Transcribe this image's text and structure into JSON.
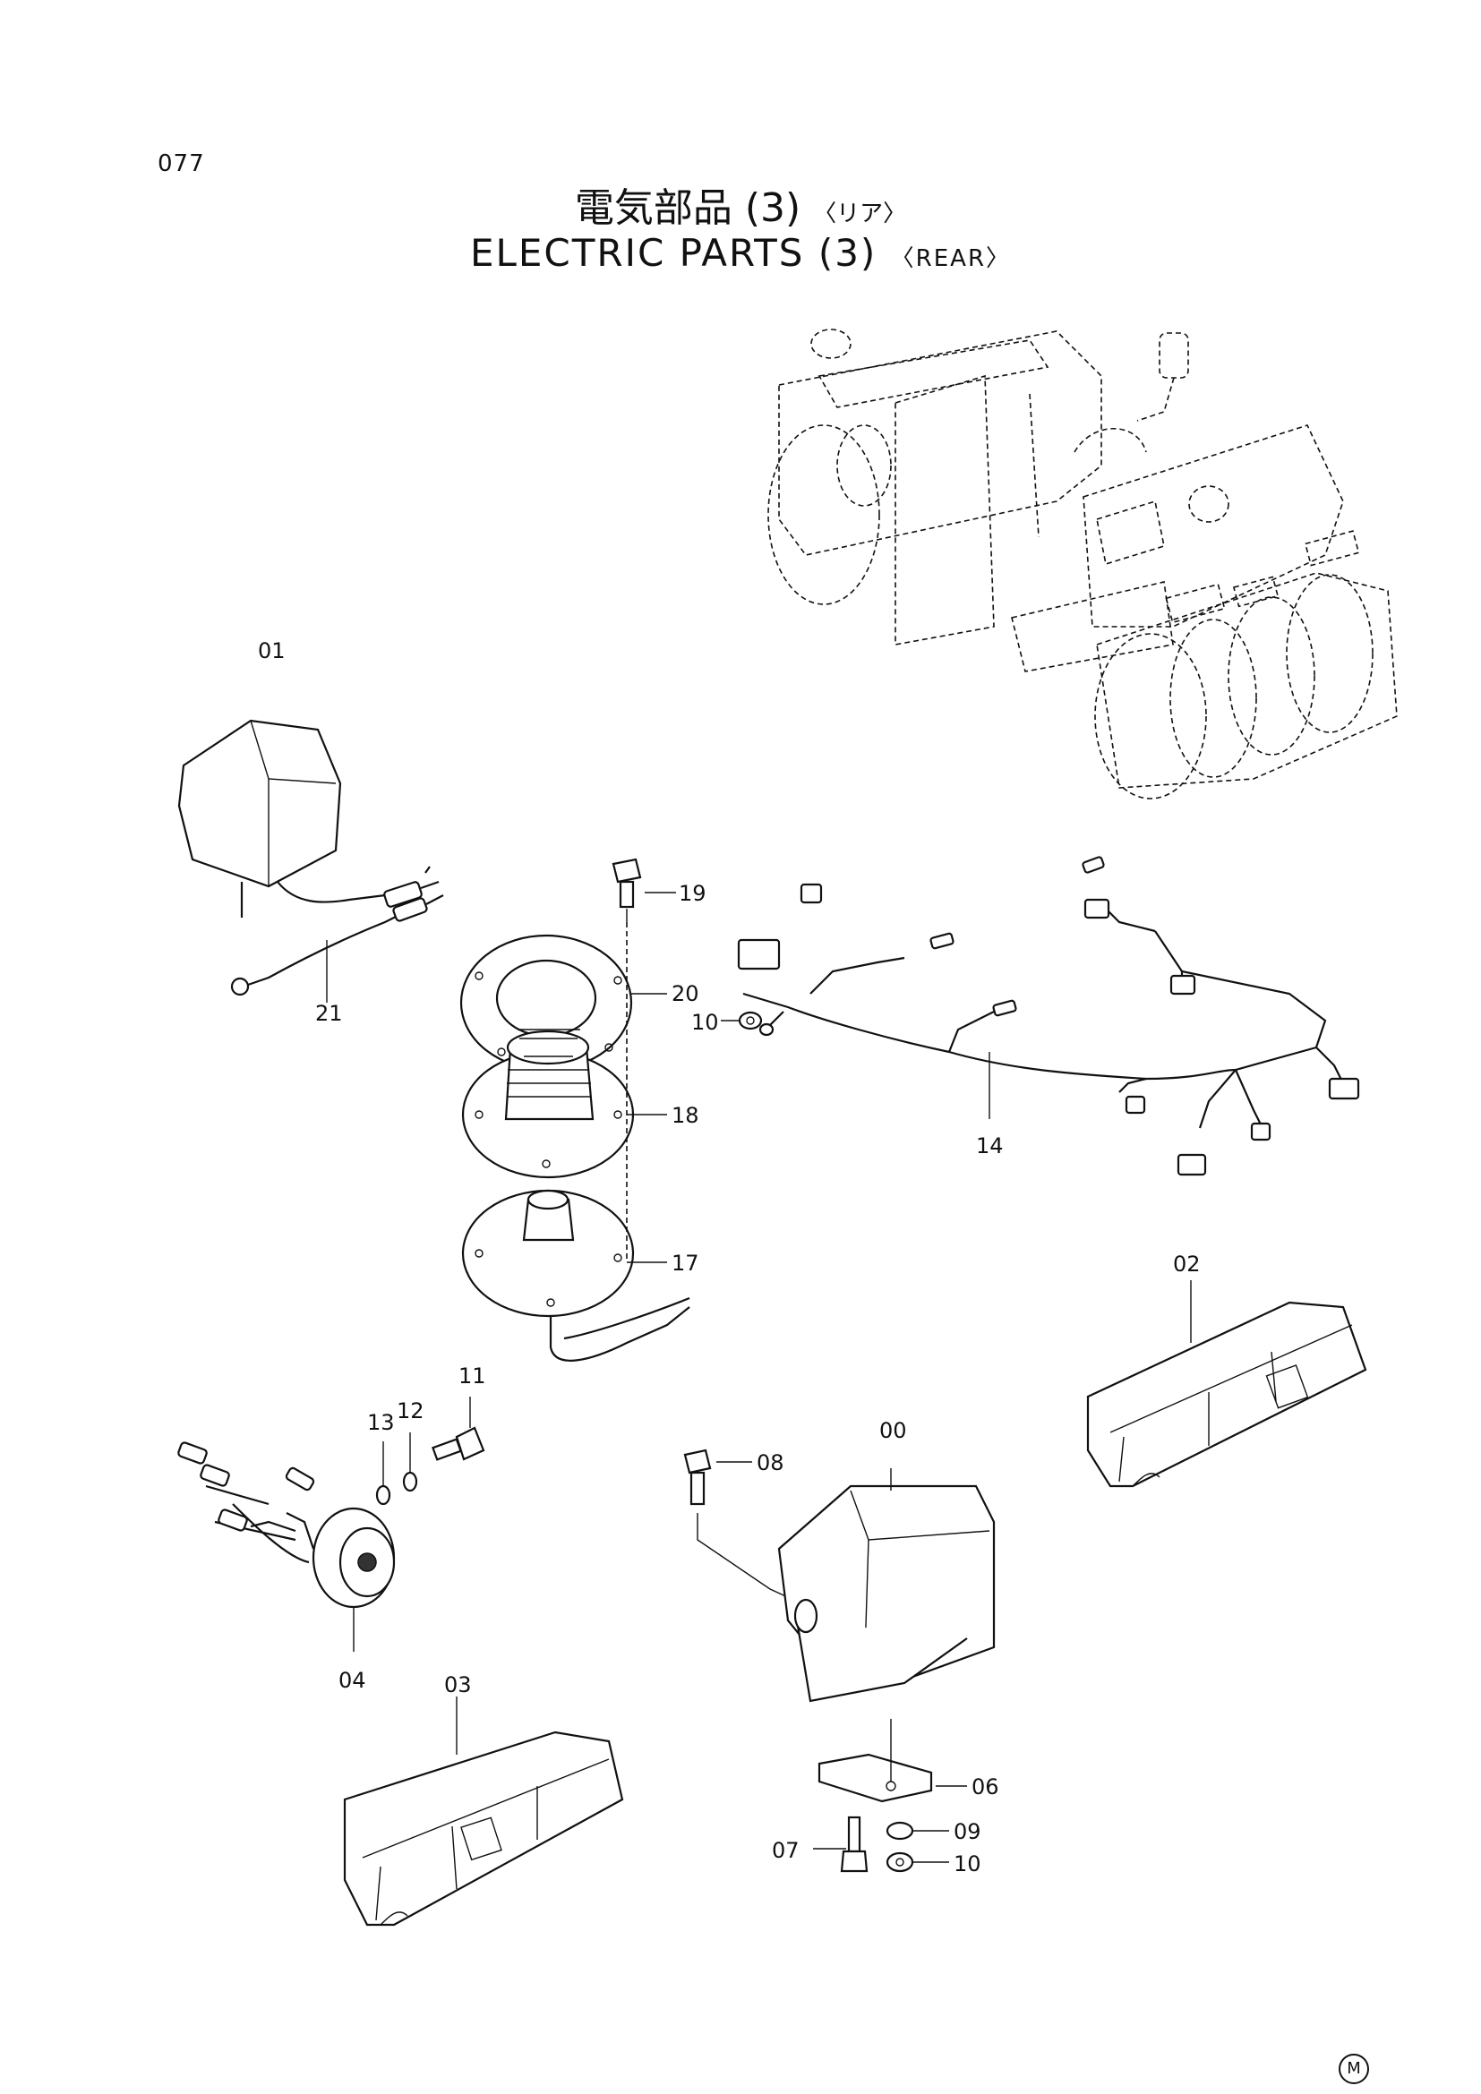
{
  "page_number": "077",
  "title": {
    "jp_main": "電気部品 (3)",
    "jp_sub": "〈リア〉",
    "en_main": "ELECTRIC  PARTS (3)",
    "en_sub": "〈REAR〉"
  },
  "callouts": [
    "01",
    "21",
    "19",
    "20",
    "10",
    "18",
    "17",
    "14",
    "02",
    "11",
    "12",
    "13",
    "08",
    "00",
    "04",
    "03",
    "06",
    "09",
    "07",
    "10"
  ],
  "footer_mark": "M"
}
